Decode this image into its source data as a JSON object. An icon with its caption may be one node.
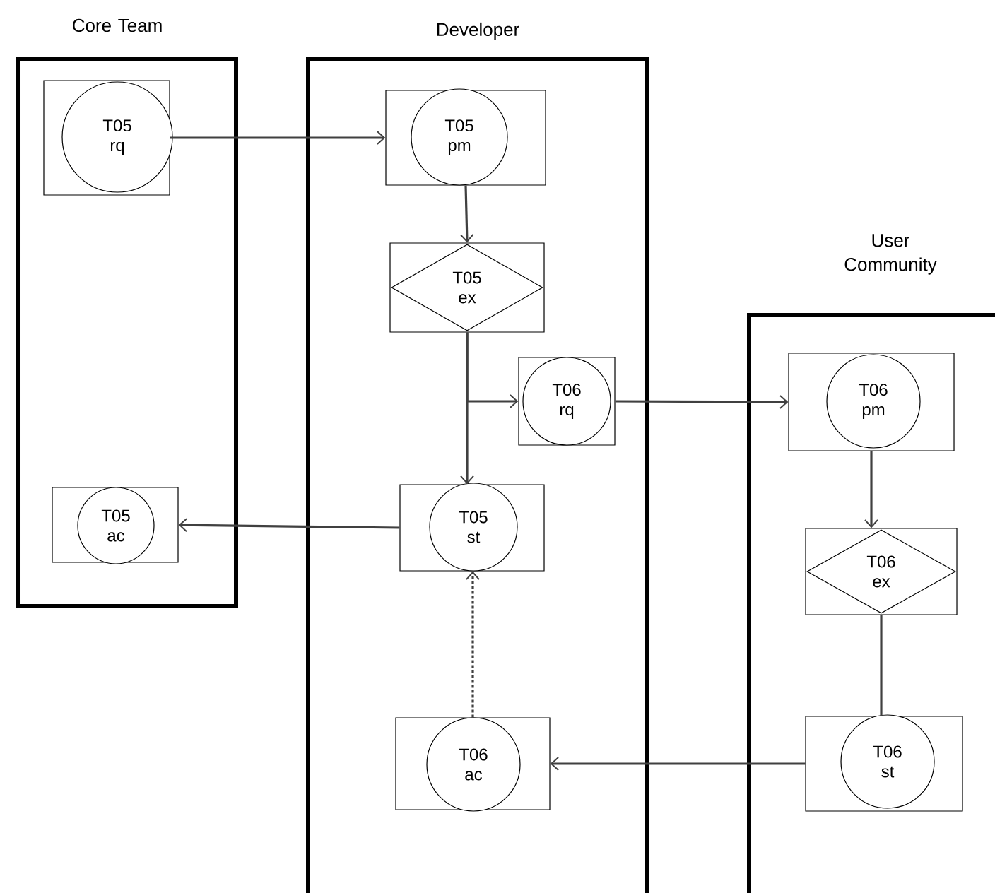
{
  "diagram": {
    "nodes": [
      {
        "text": [
          "Core Team"
        ]
      },
      {
        "text": [],
        "shape": "box",
        "in": 0
      },
      {
        "text": [
          "T05 rq"
        ],
        "in": 1
      },
      {
        "text": [],
        "shape": "box",
        "in": 0
      },
      {
        "text": [
          "T05 ac"
        ],
        "in": 3
      },
      {
        "text": [
          "Developer"
        ]
      },
      {
        "text": [],
        "shape": "box",
        "in": 5
      },
      {
        "text": [
          "T05 pm"
        ],
        "in": 6
      },
      {
        "text": [],
        "shape": "box",
        "in": 5
      },
      {
        "text": [
          "T05 ex"
        ],
        "in": 8
      },
      {
        "text": [],
        "shape": "box",
        "in": 5
      },
      {
        "text": [
          "T06 rq"
        ],
        "in": 10
      },
      {
        "text": [],
        "shape": "box",
        "in": 5
      },
      {
        "text": [
          "T05 st"
        ],
        "in": 12
      },
      {
        "text": [],
        "shape": "box",
        "in": 5
      },
      {
        "text": [
          "T06 ac"
        ],
        "in": 14
      },
      {
        "text": [
          "User Community"
        ]
      },
      {
        "text": [],
        "shape": "box",
        "in": 16
      },
      {
        "text": [
          "T06 pm"
        ],
        "in": 17
      },
      {
        "text": [],
        "shape": "box",
        "in": 16
      },
      {
        "text": [
          "T06 ex"
        ],
        "in": 19
      },
      {
        "text": [],
        "shape": "box",
        "in": 16
      },
      {
        "text": [
          "T06 st"
        ],
        "in": 21
      }
    ],
    "edges": [
      {
        "from": 1,
        "to": 6,
        "arrow": "to"
      },
      {
        "from": 6,
        "to": 8,
        "arrow": "to"
      },
      {
        "from": 8,
        "to": 12,
        "arrow": "to"
      },
      {
        "from": 8,
        "to": 10,
        "arrow": "to"
      },
      {
        "from": 10,
        "to": 17,
        "arrow": "to"
      },
      {
        "from": 17,
        "to": 19,
        "arrow": "to"
      },
      {
        "from": 19,
        "to": 21,
        "arrow": "none"
      },
      {
        "from": 21,
        "to": 14,
        "arrow": "to"
      },
      {
        "from": 14,
        "to": 12,
        "arrow": "to",
        "style": "dashed"
      },
      {
        "from": 12,
        "to": 3,
        "arrow": "to"
      }
    ]
  }
}
